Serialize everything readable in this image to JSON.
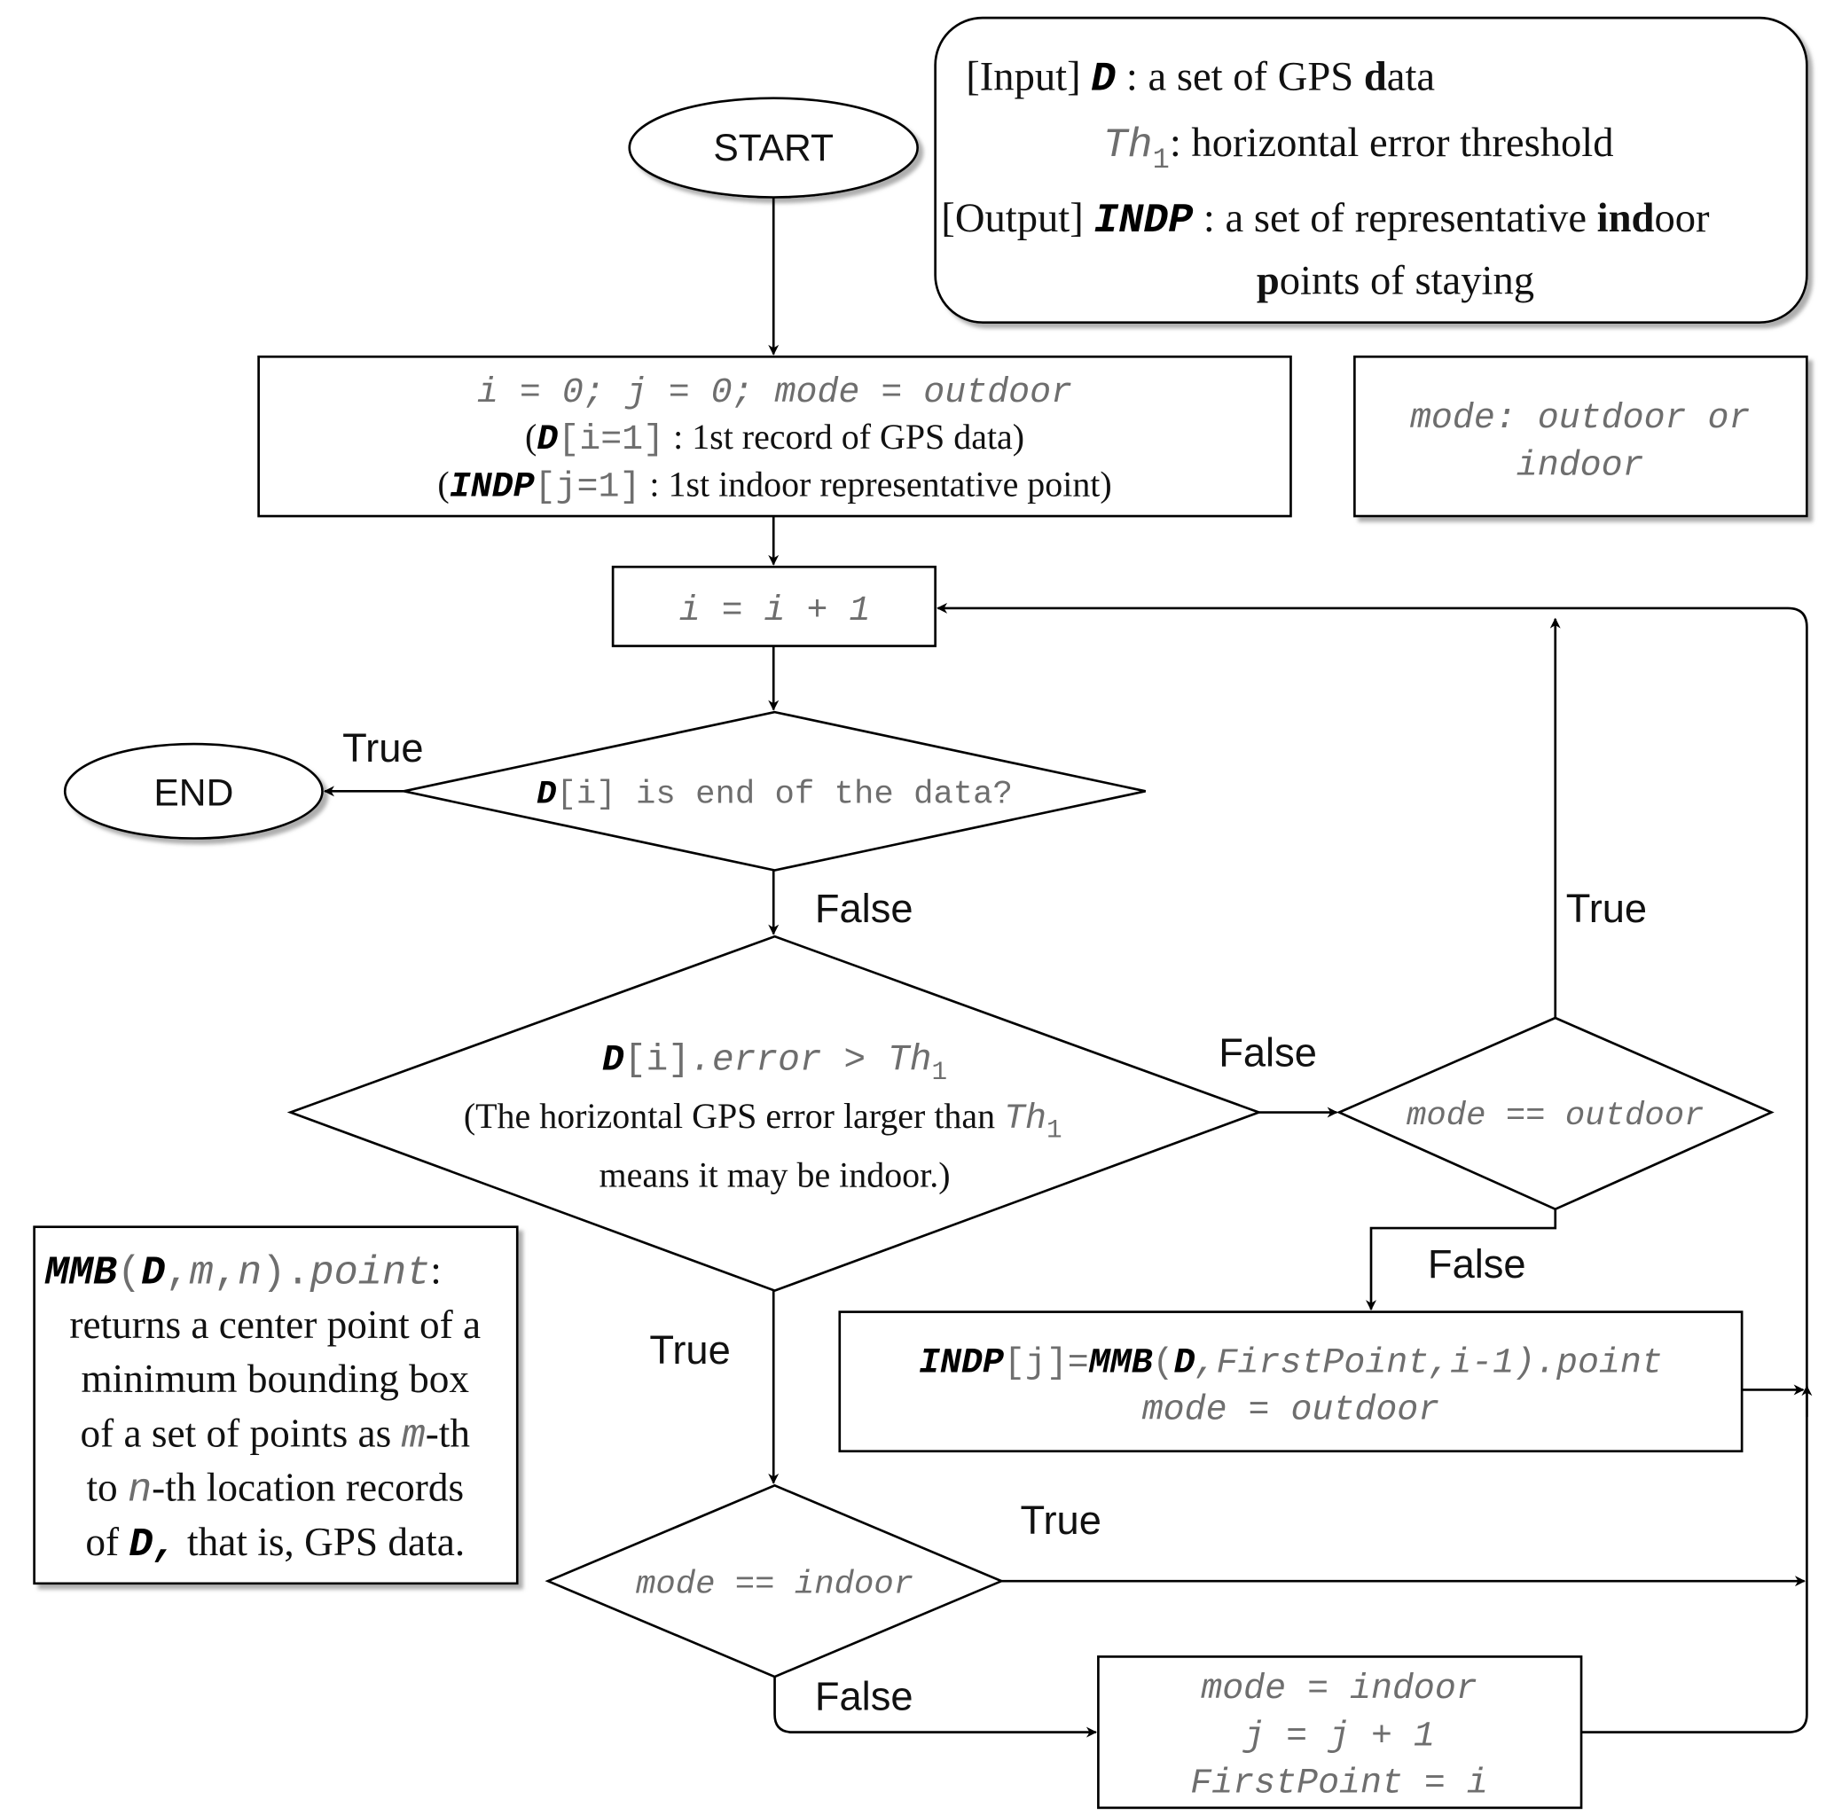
{
  "input_box": {
    "line1_prefix": "[Input]",
    "line1_var": "D",
    "line1_text_a": ": a set of GPS ",
    "line1_bold": "d",
    "line1_text_b": "ata",
    "line2_var": "Th",
    "line2_sub": "1",
    "line2_text": ": horizontal error threshold",
    "line3_prefix": "[Output]",
    "line3_var": "INDP",
    "line3_text_a": ": a set of representative ",
    "line3_bold": "ind",
    "line3_text_b": "oor",
    "line4_bold": "p",
    "line4_text": "oints of staying"
  },
  "start": "START",
  "end": "END",
  "init_box": {
    "line1": "i = 0; j = 0; mode = outdoor",
    "line2_open": "(",
    "line2_var": "D",
    "line2_index": "[i=1]",
    "line2_text": " : 1st record of GPS data)",
    "line3_open": "(",
    "line3_var": "INDP",
    "line3_index": "[j=1]",
    "line3_text": " : 1st indoor representative point)"
  },
  "mode_note": {
    "line1": "mode: outdoor or",
    "line2": "indoor"
  },
  "increment_box": "i = i + 1",
  "end_check": {
    "var": "D",
    "rest": "[i] is end of the data?"
  },
  "error_check": {
    "var": "D",
    "index": "[i]",
    "field": ".error > Th",
    "sub": "1",
    "line2_text": "(The horizontal GPS error larger than ",
    "line2_th": "Th",
    "line2_sub": "1",
    "line3": "means it may be indoor.)"
  },
  "outdoor_check": "mode == outdoor",
  "indoor_check": "mode == indoor",
  "indp_box": {
    "var1": "INDP",
    "part1": "[j]=",
    "var2": "MMB",
    "part2": "(",
    "var3": "D",
    "part3": ",FirstPoint,i-1).point",
    "line2": "mode = outdoor"
  },
  "indoor_update_box": {
    "line1": "mode = indoor",
    "line2": "j = j + 1",
    "line3": "FirstPoint = i"
  },
  "mmb_note": {
    "var1": "MMB",
    "part1": "(",
    "var2": "D",
    "part2": ",",
    "m": "m",
    "comma2": ",",
    "n": "n",
    "part3": ").",
    "point": "point",
    "colon": ":",
    "line2": "returns a center point of a",
    "line3": "minimum bounding box",
    "line4_a": "of a set of points as ",
    "line4_m": "m",
    "line4_b": "-th",
    "line5_a": "to ",
    "line5_n": "n",
    "line5_b": "-th location records",
    "line6_a": "of ",
    "line6_var": "D,",
    "line6_b": " that is, GPS data."
  },
  "labels": {
    "true_end": "True",
    "false_after_end": "False",
    "false_error": "False",
    "true_outdoor": "True",
    "false_outdoor": "False",
    "true_error": "True",
    "true_indoor": "True",
    "false_indoor": "False"
  }
}
